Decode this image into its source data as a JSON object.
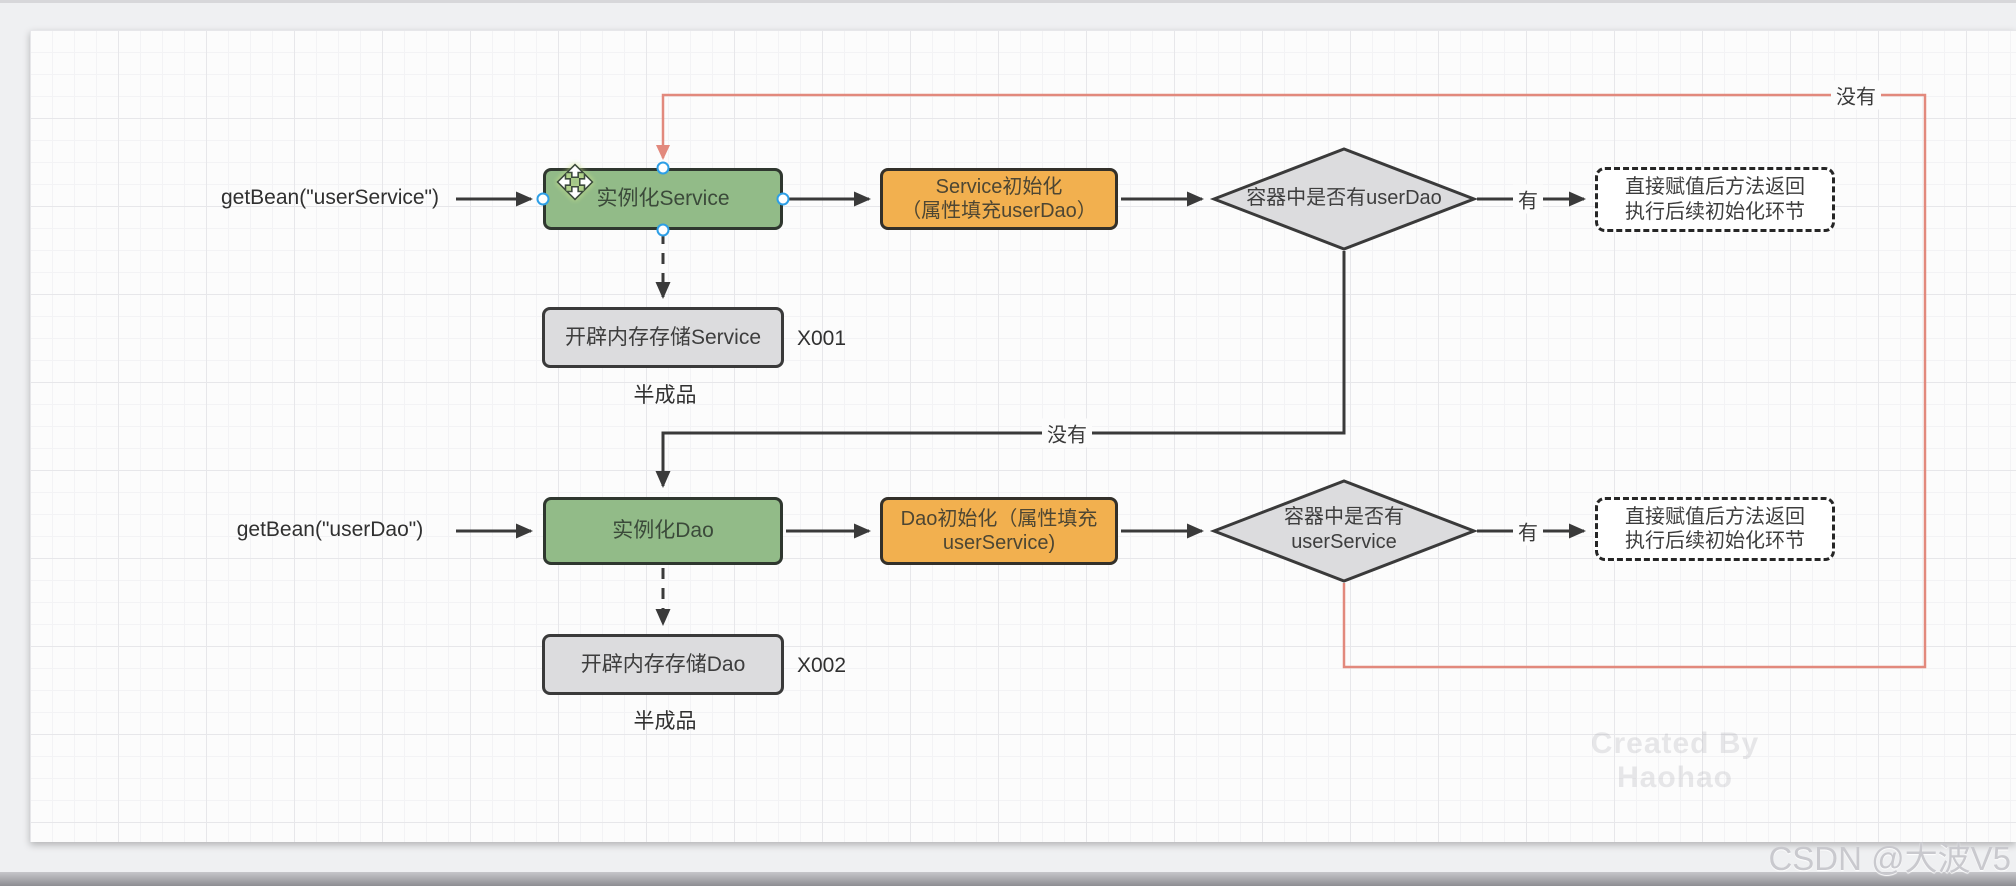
{
  "flow1": {
    "entry_label": "getBean(\"userService\")",
    "instantiate_label": "实例化Service",
    "init_line1": "Service初始化",
    "init_line2": "（属性填充userDao）",
    "decision_label": "容器中是否有userDao",
    "yes_label": "有",
    "no_label": "没有",
    "result_line1": "直接赋值后方法返回",
    "result_line2": "执行后续初始化环节",
    "memory_label": "开辟内存存储Service",
    "memory_tag": "X001",
    "memory_note": "半成品"
  },
  "flow2": {
    "entry_label": "getBean(\"userDao\")",
    "instantiate_label": "实例化Dao",
    "init_line1": "Dao初始化（属性填充",
    "init_line2": "userService)",
    "decision_line1": "容器中是否有",
    "decision_line2": "userService",
    "yes_label": "有",
    "no_label": "没有",
    "result_line1": "直接赋值后方法返回",
    "result_line2": "执行后续初始化环节",
    "memory_label": "开辟内存存储Dao",
    "memory_tag": "X002",
    "memory_note": "半成品"
  },
  "watermarks": {
    "canvas": "Created By Haohao",
    "csdn": "CSDN @大波V5"
  },
  "colors": {
    "node_green": "#92bb88",
    "node_orange": "#f2b04f",
    "node_gray": "#dcdcde",
    "edge_dark": "#3a3a3a",
    "edge_loop_red": "#e2897d",
    "handle_blue": "#2e9fe6",
    "canvas_bg": "#fcfcfc"
  }
}
